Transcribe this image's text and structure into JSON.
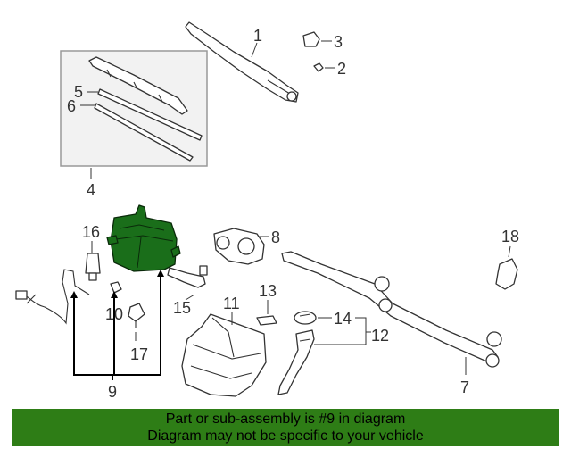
{
  "diagram": {
    "callouts": {
      "c1": "1",
      "c2": "2",
      "c3": "3",
      "c4": "4",
      "c5": "5",
      "c6": "6",
      "c7": "7",
      "c8": "8",
      "c9": "9",
      "c10": "10",
      "c11": "11",
      "c12": "12",
      "c13": "13",
      "c14": "14",
      "c15": "15",
      "c16": "16",
      "c17": "17",
      "c18": "18"
    },
    "highlight_color": "#1a6e1a"
  },
  "banner": {
    "line1": "Part or sub-assembly is #9 in diagram",
    "line2": "Diagram may not be specific to your vehicle",
    "color": "#2e7d16"
  }
}
